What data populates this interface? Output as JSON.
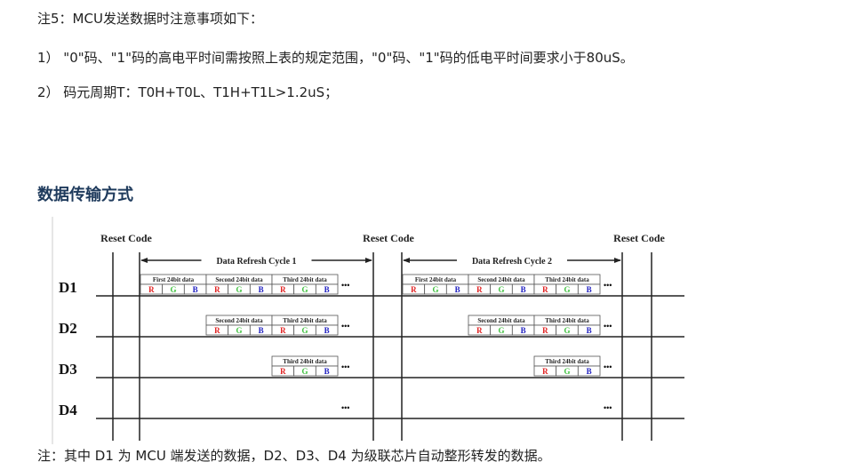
{
  "notes": {
    "title": "注5：MCU发送数据时注意事项如下：",
    "item1": "1） \"0\"码、\"1\"码的高电平时间需按照上表的规定范围，\"0\"码、\"1\"码的低电平时间要求小于80uS。",
    "item2": "2） 码元周期T：T0H+T0L、T1H+T1L>1.2uS；"
  },
  "section_heading": "数据传输方式",
  "diagram": {
    "reset_label": "Reset Code",
    "cycles": [
      "Data Refresh Cycle 1",
      "Data Refresh Cycle 2"
    ],
    "rows": [
      "D1",
      "D2",
      "D3",
      "D4"
    ],
    "blocks": [
      "First 24bit data",
      "Second 24bit data",
      "Third 24bit data"
    ],
    "channels": [
      "R",
      "G",
      "B"
    ],
    "ellipsis": "•••",
    "colors": {
      "R": "#e02020",
      "G": "#40c040",
      "B": "#2020c0"
    }
  },
  "footnote": "注：其中 D1 为 MCU 端发送的数据，D2、D3、D4 为级联芯片自动整形转发的数据。"
}
